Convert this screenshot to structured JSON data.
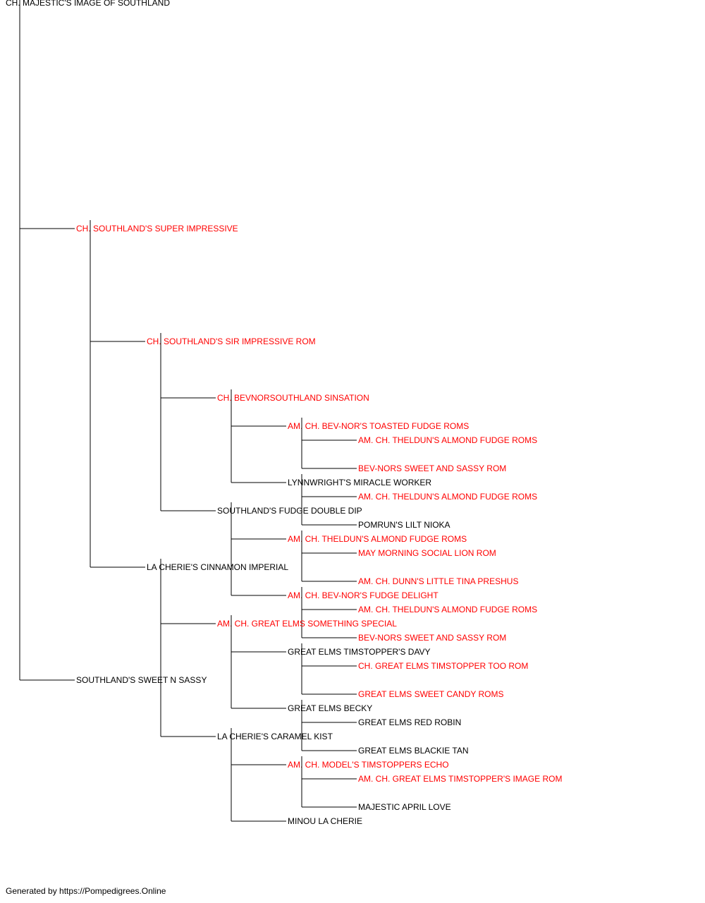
{
  "colors": {
    "champion": "#ff0000",
    "normal": "#000000",
    "line": "#000000"
  },
  "pedigree": {
    "name": "CH. MAJESTIC'S IMAGE OF SOUTHLAND",
    "champion": false,
    "sire": {
      "name": "CH. SOUTHLAND'S SUPER IMPRESSIVE",
      "champion": true,
      "sire": {
        "name": "CH. SOUTHLAND'S SIR IMPRESSIVE ROM",
        "champion": true,
        "sire": {
          "name": "CH. BEVNORSOUTHLAND SINSATION",
          "champion": true,
          "sire": {
            "name": "AM. CH. BEV-NOR'S TOASTED FUDGE ROMS",
            "champion": true,
            "sire": {
              "name": "AM. CH. THELDUN'S ALMOND FUDGE ROMS",
              "champion": true
            },
            "dam": {
              "name": "BEV-NORS SWEET AND SASSY ROM",
              "champion": true
            }
          },
          "dam": {
            "name": "LYNNWRIGHT'S MIRACLE WORKER",
            "champion": false,
            "sire": {
              "name": "AM. CH. THELDUN'S ALMOND FUDGE ROMS",
              "champion": true
            },
            "dam": {
              "name": "POMRUN'S LILT NIOKA",
              "champion": false
            }
          }
        },
        "dam": {
          "name": "SOUTHLAND'S FUDGE DOUBLE DIP",
          "champion": false,
          "sire": {
            "name": "AM. CH. THELDUN'S ALMOND FUDGE ROMS",
            "champion": true,
            "sire": {
              "name": "MAY MORNING SOCIAL LION ROM",
              "champion": true
            },
            "dam": {
              "name": "AM. CH. DUNN'S LITTLE TINA PRESHUS",
              "champion": true
            }
          },
          "dam": {
            "name": "AM. CH. BEV-NOR'S FUDGE DELIGHT",
            "champion": true,
            "sire": {
              "name": "AM. CH. THELDUN'S ALMOND FUDGE ROMS",
              "champion": true
            },
            "dam": {
              "name": "BEV-NORS SWEET AND SASSY ROM",
              "champion": true
            }
          }
        }
      },
      "dam": {
        "name": "LA CHERIE'S CINNAMON IMPERIAL",
        "champion": false,
        "sire": {
          "name": "AM. CH. GREAT ELMS SOMETHING SPECIAL",
          "champion": true,
          "sire": {
            "name": "GREAT ELMS TIMSTOPPER'S DAVY",
            "champion": false,
            "sire": {
              "name": "CH. GREAT ELMS TIMSTOPPER TOO ROM",
              "champion": true
            },
            "dam": {
              "name": "GREAT ELMS SWEET CANDY ROMS",
              "champion": true
            }
          },
          "dam": {
            "name": "GREAT ELMS BECKY",
            "champion": false,
            "sire": {
              "name": "GREAT ELMS RED ROBIN",
              "champion": false
            },
            "dam": {
              "name": "GREAT ELMS BLACKIE TAN",
              "champion": false
            }
          }
        },
        "dam": {
          "name": "LA CHERIE'S CARAMEL KIST",
          "champion": false,
          "sire": {
            "name": "AM. CH. MODEL'S TIMSTOPPERS ECHO",
            "champion": true,
            "sire": {
              "name": "AM. CH. GREAT ELMS TIMSTOPPER'S IMAGE ROM",
              "champion": true
            },
            "dam": {
              "name": "MAJESTIC APRIL LOVE",
              "champion": false
            }
          },
          "dam": {
            "name": "MINOU LA CHERIE",
            "champion": false
          }
        }
      }
    },
    "dam": {
      "name": "SOUTHLAND'S SWEET N SASSY",
      "champion": false
    }
  },
  "footer": {
    "text": "Generated by https://Pompedigrees.Online"
  }
}
